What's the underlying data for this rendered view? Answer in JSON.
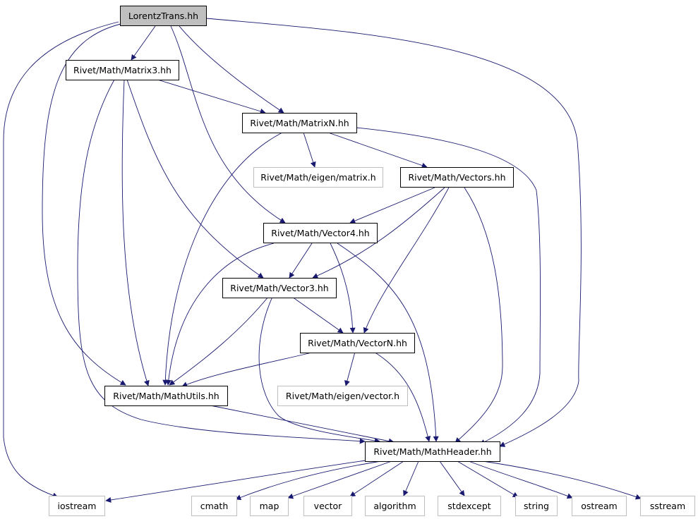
{
  "colors": {
    "edge": "#191970",
    "root_fill": "#bfbfbf",
    "box_stroke": "#000000",
    "external_stroke": "#bfbfbf"
  },
  "nodes": {
    "lorentztrans": "LorentzTrans.hh",
    "matrix3": "Rivet/Math/Matrix3.hh",
    "matrixn": "Rivet/Math/MatrixN.hh",
    "eigen_matrix": "Rivet/Math/eigen/matrix.h",
    "vectors": "Rivet/Math/Vectors.hh",
    "vector4": "Rivet/Math/Vector4.hh",
    "vector3": "Rivet/Math/Vector3.hh",
    "vectorn": "Rivet/Math/VectorN.hh",
    "eigen_vector": "Rivet/Math/eigen/vector.h",
    "mathutils": "Rivet/Math/MathUtils.hh",
    "mathheader": "Rivet/Math/MathHeader.hh",
    "iostream": "iostream",
    "cmath": "cmath",
    "map": "map",
    "vector": "vector",
    "algorithm": "algorithm",
    "stdexcept": "stdexcept",
    "string": "string",
    "ostream": "ostream",
    "sstream": "sstream"
  }
}
